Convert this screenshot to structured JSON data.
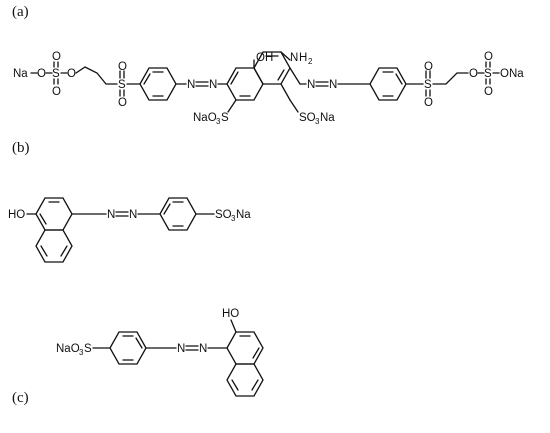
{
  "figure": {
    "panels": [
      {
        "label": "(a)",
        "atoms": {
          "naLeft": "Na",
          "oL1": "O",
          "sL1": "S",
          "oL1top": "O",
          "oL1bot": "O",
          "oL2": "O",
          "sL2": "S",
          "oL2top": "O",
          "oL2bot": "O",
          "n1": "N",
          "n2": "N",
          "ohO": "O",
          "ohH": "H",
          "nh2N": "N",
          "nh2H": "H",
          "nh2sub": "2",
          "n3": "N",
          "n4": "N",
          "sR2": "S",
          "oR2top": "O",
          "oR2bot": "O",
          "oR1": "O",
          "sR1": "S",
          "oR1top": "O",
          "oR1bot": "O",
          "oNaR": "ONa",
          "sulfL_na": "NaO",
          "sulfL_sub": "3",
          "sulfL_s": "S",
          "sulfR_s": "SO",
          "sulfR_sub": "3",
          "sulfR_na": "Na"
        }
      },
      {
        "label": "(b)",
        "atoms": {
          "ho": "HO",
          "n1": "N",
          "n2": "N",
          "so3": "SO",
          "sub": "3",
          "na": "Na"
        }
      },
      {
        "label": "(c)",
        "atoms": {
          "na": "NaO",
          "sub": "3",
          "s": "S",
          "n1": "N",
          "n2": "N",
          "ho": "HO"
        }
      }
    ]
  }
}
